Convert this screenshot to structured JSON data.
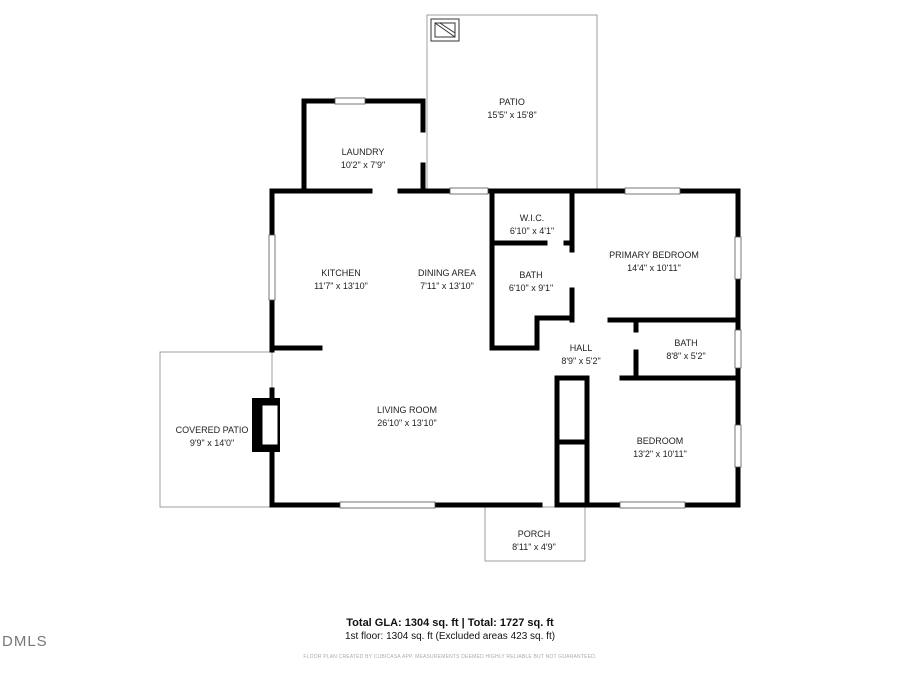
{
  "rooms": [
    {
      "name": "PATIO",
      "size": "15'5\" x 15'8\""
    },
    {
      "name": "LAUNDRY",
      "size": "10'2\" x 7'9\""
    },
    {
      "name": "W.I.C.",
      "size": "6'10\" x 4'1\""
    },
    {
      "name": "PRIMARY BEDROOM",
      "size": "14'4\" x 10'11\""
    },
    {
      "name": "KITCHEN",
      "size": "11'7\" x 13'10\""
    },
    {
      "name": "DINING AREA",
      "size": "7'11\" x 13'10\""
    },
    {
      "name": "BATH",
      "size": "6'10\" x 9'1\""
    },
    {
      "name": "HALL",
      "size": "8'9\" x 5'2\""
    },
    {
      "name": "BATH",
      "size": "8'8\" x 5'2\""
    },
    {
      "name": "COVERED PATIO",
      "size": "9'9\" x 14'0\""
    },
    {
      "name": "LIVING ROOM",
      "size": "26'10\" x 13'10\""
    },
    {
      "name": "BEDROOM",
      "size": "13'2\" x 10'11\""
    },
    {
      "name": "PORCH",
      "size": "8'11\" x 4'9\""
    }
  ],
  "footer": {
    "totals": "Total GLA: 1304 sq. ft | Total: 1727 sq. ft",
    "floor": "1st floor: 1304 sq. ft (Excluded areas 423 sq. ft)",
    "disclaimer": "FLOOR PLAN CREATED BY CUBICASA APP. MEASUREMENTS DEEMED HIGHLY RELIABLE BUT NOT GUARANTEED.",
    "logo": "DMLS"
  }
}
